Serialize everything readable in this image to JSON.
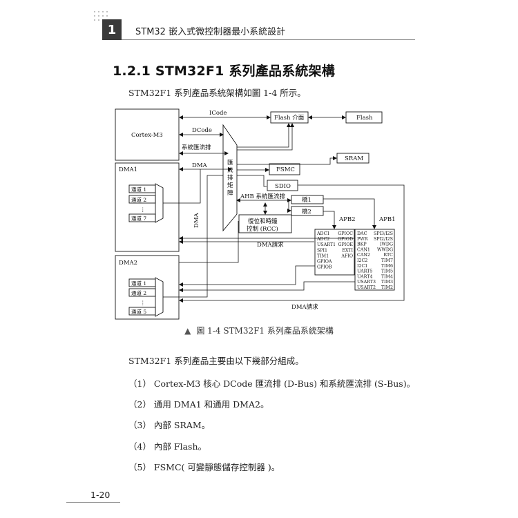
{
  "header": {
    "chapter_number": "1",
    "running_title": "STM32 嵌入式微控制器最小系統設計"
  },
  "section": {
    "title": "1.2.1 STM32F1 系列產品系統架構",
    "intro": "STM32F1 系列產品系統架構如圖 1-4 所示。"
  },
  "diagram": {
    "cortex": "Cortex-M3",
    "icode": "ICode",
    "dcode": "DCode",
    "sbus": "系統匯流排",
    "dma_bus": "DMA",
    "dma_vertical": "DMA",
    "bus_matrix": [
      "匯",
      "流",
      "排",
      "矩",
      "陣"
    ],
    "flash_interface": "Flash 介面",
    "flash": "Flash",
    "sram": "SRAM",
    "fsmc": "FSMC",
    "sdio": "SDIO",
    "ahb_bus": "AHB 系統匯流排",
    "bridge1": "橋1",
    "bridge2": "橋2",
    "apb2": "APB2",
    "apb1": "APB1",
    "rcc_line1": "復位和時鐘",
    "rcc_line2": "控制 (RCC)",
    "dma1": {
      "title": "DMA1",
      "channels": [
        "通道 1",
        "通道 2",
        "通道 7"
      ]
    },
    "dma2": {
      "title": "DMA2",
      "channels": [
        "通道 1",
        "通道 2",
        "通道 5"
      ]
    },
    "ellipsis": "⋮",
    "dma_request": "DMA請求",
    "apb2_left": [
      "ADC1",
      "ADC2",
      "USART1",
      "SPI1",
      "TIM1",
      "GPIOA",
      "GPIOB"
    ],
    "apb2_right": [
      "GPIOC",
      "GPIOD",
      "GPIOE",
      "EXTI",
      "AFIO"
    ],
    "apb1_left": [
      "DAC",
      "PWR",
      "BKP",
      "CAN1",
      "CAN2",
      "I2C2",
      "I2C1",
      "UART5",
      "UART4",
      "USART3",
      "USART2"
    ],
    "apb1_right": [
      "SPI3/I2S",
      "SPI2/I2S",
      "IWDG",
      "WWDG",
      "RTC",
      "TIM7",
      "TIM6",
      "TIM5",
      "TIM4",
      "TIM3",
      "TIM2"
    ]
  },
  "figure": {
    "marker": "▲",
    "caption": "圖 1-4  STM32F1 系列產品系統架構"
  },
  "body": {
    "para": "STM32F1 系列產品主要由以下幾部分組成。",
    "items": [
      "（1） Cortex-M3 核心 DCode 匯流排 (D-Bus) 和系統匯流排 (S-Bus)。",
      "（2） 通用 DMA1 和通用 DMA2。",
      "（3） 內部 SRAM。",
      "（4） 內部 Flash。",
      "（5） FSMC( 可變靜態儲存控制器 )。"
    ]
  },
  "footer": {
    "page_number": "1-20"
  }
}
